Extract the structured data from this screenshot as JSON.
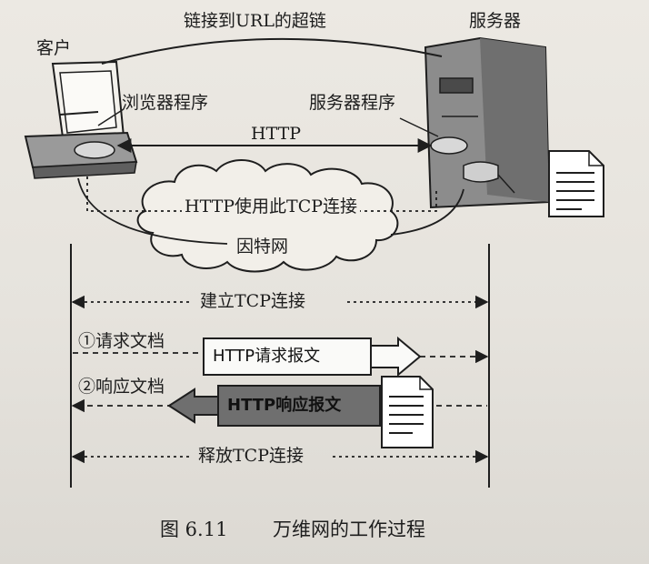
{
  "labels": {
    "hyperlink_to_url": "链接到URL的超链",
    "client": "客户",
    "server": "服务器",
    "browser_program": "浏览器程序",
    "server_program": "服务器程序",
    "http": "HTTP",
    "http_uses_tcp": "HTTP使用此TCP连接",
    "internet": "因特网",
    "establish_tcp": "建立TCP连接",
    "request_doc": "①请求文档",
    "http_request": "HTTP请求报文",
    "response_doc": "②响应文档",
    "http_response": "HTTP响应报文",
    "release_tcp": "释放TCP连接"
  },
  "caption": {
    "figure_no": "图 6.11",
    "title": "万维网的工作过程"
  },
  "colors": {
    "line": "#1e1e1e",
    "response_box": "#6f6f6f",
    "server_body": "#8c8c8c"
  }
}
